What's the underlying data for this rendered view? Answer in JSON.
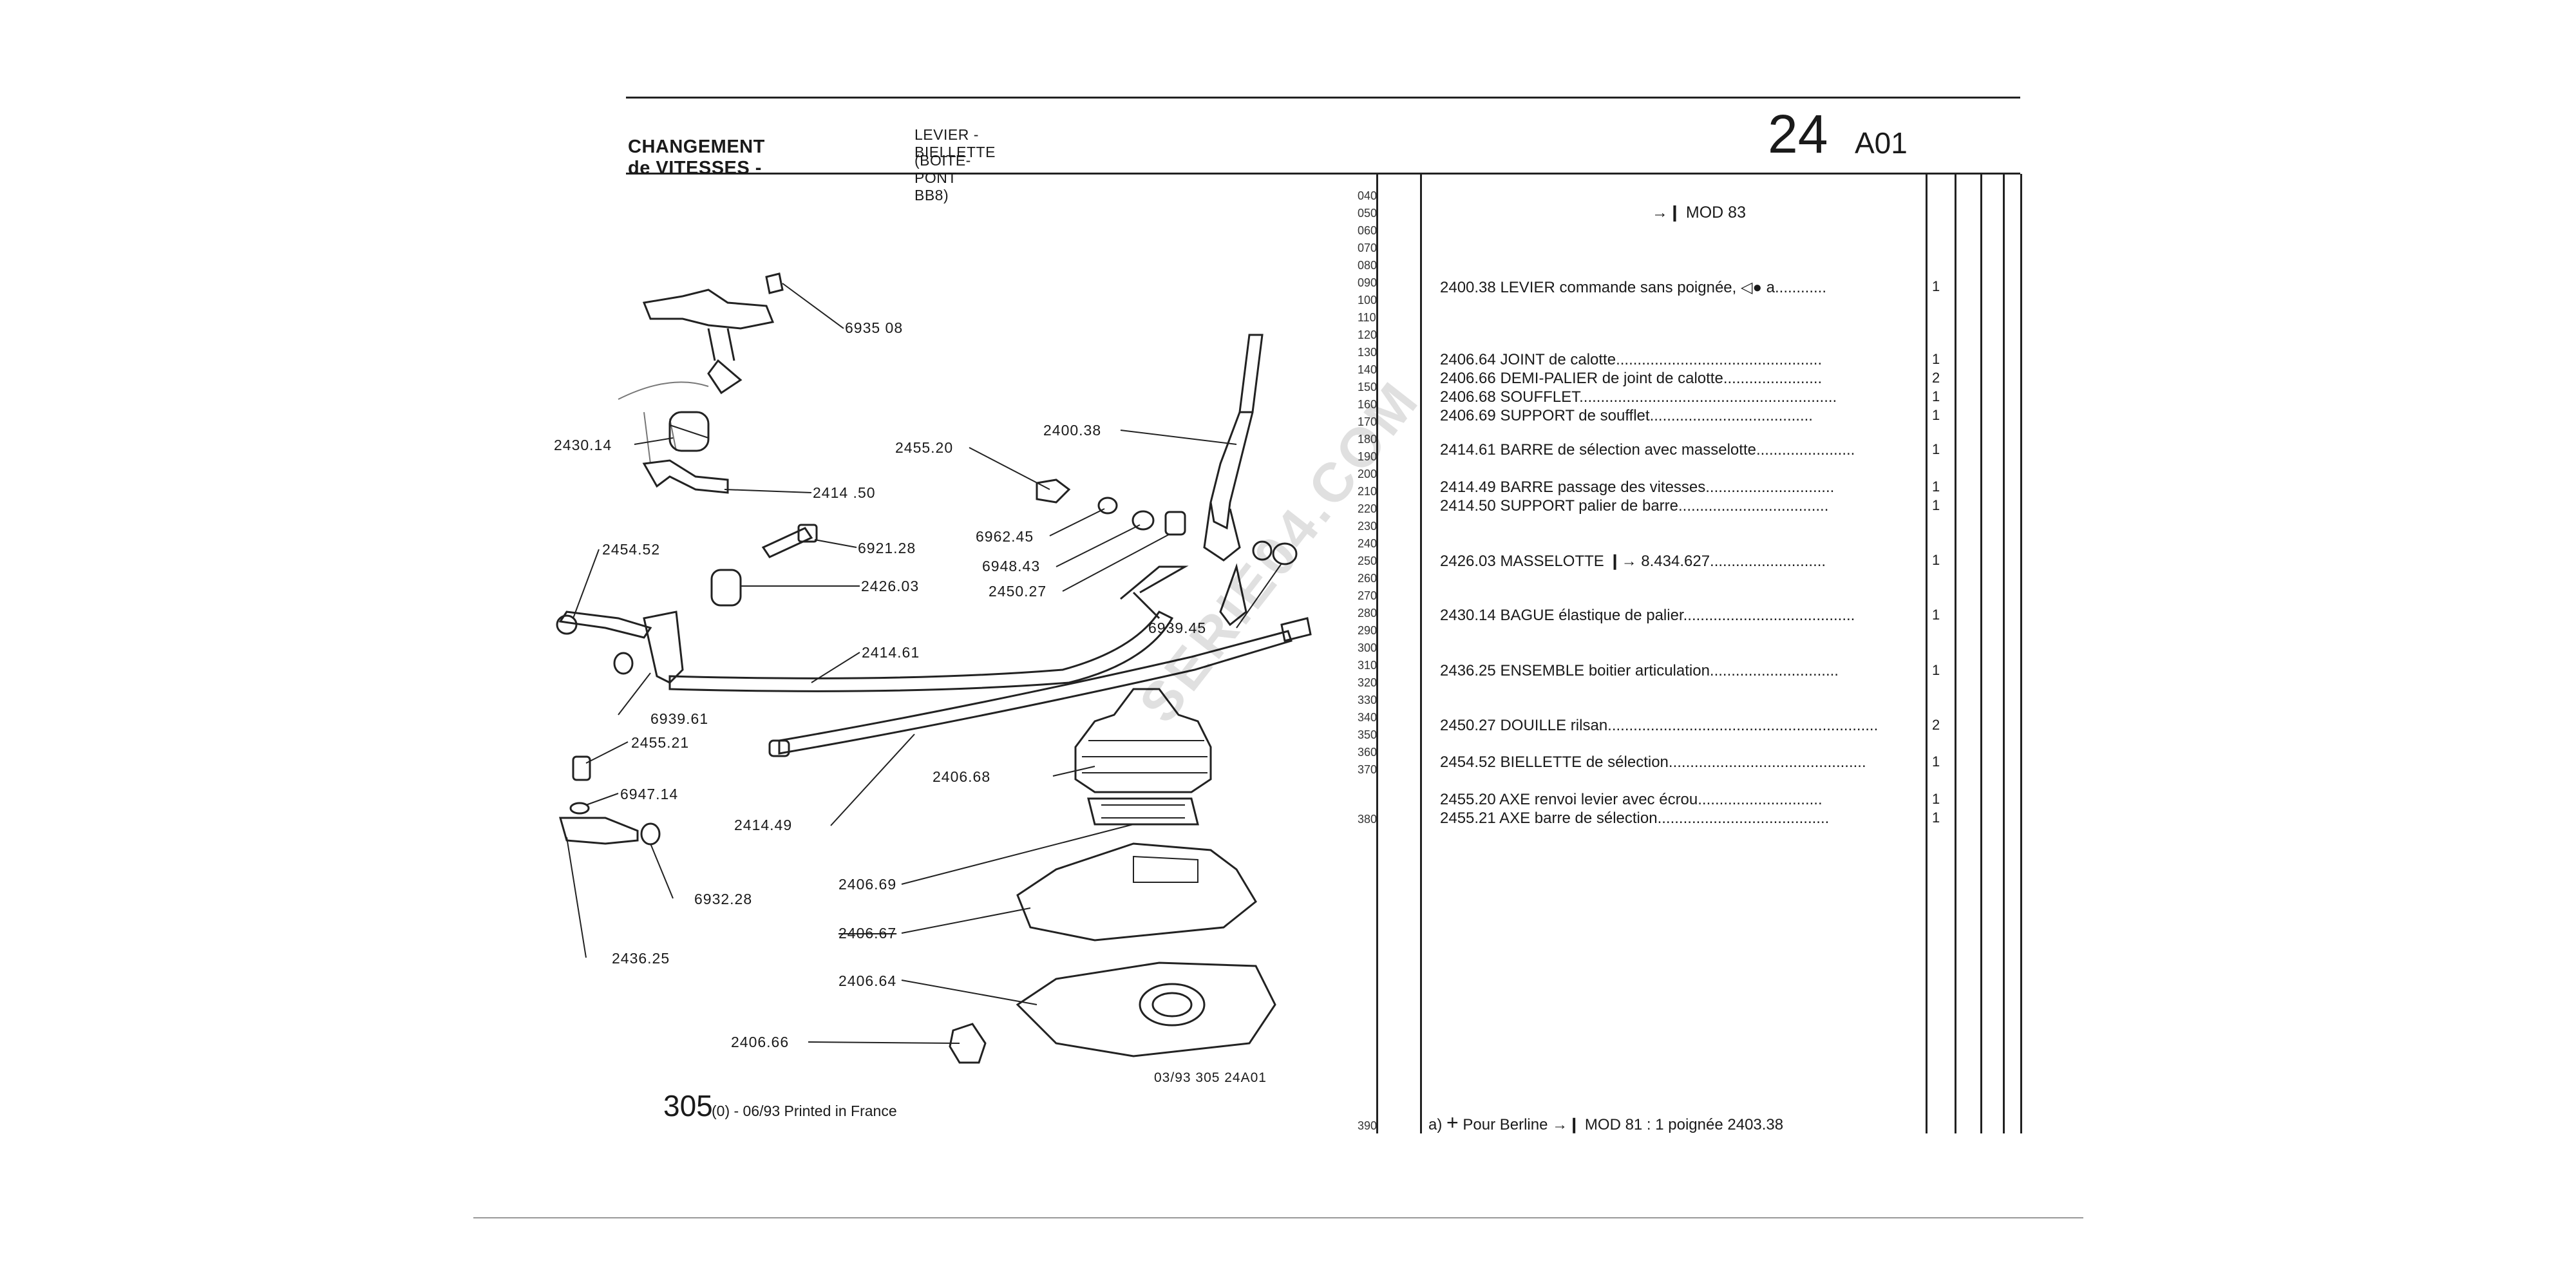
{
  "header": {
    "title": "CHANGEMENT de VITESSES -",
    "sub1": "LEVIER - BIELLETTE",
    "sub2": "(BOITE-PONT BB8)",
    "group": "24",
    "code": "A01"
  },
  "diagram_labels": [
    {
      "text": "6935 08",
      "strike": false
    },
    {
      "text": "2430.14",
      "strike": false
    },
    {
      "text": "2414 .50",
      "strike": false
    },
    {
      "text": "2455.20",
      "strike": false
    },
    {
      "text": "2400.38",
      "strike": false
    },
    {
      "text": "6962.45",
      "strike": false
    },
    {
      "text": "6921.28",
      "strike": false
    },
    {
      "text": "6948.43",
      "strike": false
    },
    {
      "text": "2454.52",
      "strike": false
    },
    {
      "text": "2426.03",
      "strike": false
    },
    {
      "text": "2450.27",
      "strike": false
    },
    {
      "text": "6939.45",
      "strike": false
    },
    {
      "text": "2414.61",
      "strike": false
    },
    {
      "text": "6939.61",
      "strike": false
    },
    {
      "text": "2455.21",
      "strike": false
    },
    {
      "text": "6947.14",
      "strike": false
    },
    {
      "text": "2406.68",
      "strike": false
    },
    {
      "text": "2414.49",
      "strike": false
    },
    {
      "text": "6932.28",
      "strike": false
    },
    {
      "text": "2406.69",
      "strike": false
    },
    {
      "text": "2406.67",
      "strike": true
    },
    {
      "text": "2436.25",
      "strike": false
    },
    {
      "text": "2406.64",
      "strike": false
    },
    {
      "text": "2406.66",
      "strike": false
    }
  ],
  "footer": {
    "page": "305",
    "print": "(0) - 06/93 Printed in France",
    "ref": "03/93  305  24A01"
  },
  "line_numbers": [
    "040",
    "050",
    "060",
    "070",
    "080",
    "090",
    "100",
    "110",
    "120",
    "130",
    "140",
    "150",
    "160",
    "170",
    "180",
    "190",
    "200",
    "210",
    "220",
    "230",
    "240",
    "250",
    "260",
    "270",
    "280",
    "290",
    "300",
    "310",
    "320",
    "330",
    "340",
    "350",
    "360",
    "370",
    "380",
    "390"
  ],
  "mod_header": "MOD 83",
  "parts": [
    {
      "ref": "2400.38",
      "desc": "LEVIER commande sans poignée,",
      "suffix": "a",
      "qty": "1"
    },
    {
      "ref": "2406.64",
      "desc": "JOINT de calotte",
      "qty": "1"
    },
    {
      "ref": "2406.66",
      "desc": "DEMI-PALIER de joint de calotte",
      "qty": "2"
    },
    {
      "ref": "2406.68",
      "desc": "SOUFFLET",
      "qty": "1"
    },
    {
      "ref": "2406.69",
      "desc": "SUPPORT de soufflet",
      "qty": "1"
    },
    {
      "ref": "2414.61",
      "desc": "BARRE de sélection avec masselotte",
      "qty": "1"
    },
    {
      "ref": "2414.49",
      "desc": "BARRE passage des vitesses",
      "qty": "1"
    },
    {
      "ref": "2414.50",
      "desc": "SUPPORT palier de barre",
      "qty": "1"
    },
    {
      "ref": "2426.03",
      "desc": "MASSELOTTE",
      "suffix": "8.434.627",
      "qty": "1"
    },
    {
      "ref": "2430.14",
      "desc": "BAGUE élastique de palier",
      "qty": "1"
    },
    {
      "ref": "2436.25",
      "desc": "ENSEMBLE boitier articulation",
      "qty": "1"
    },
    {
      "ref": "2450.27",
      "desc": "DOUILLE rilsan",
      "qty": "2"
    },
    {
      "ref": "2454.52",
      "desc": "BIELLETTE de sélection",
      "qty": "1"
    },
    {
      "ref": "2455.20",
      "desc": "AXE renvoi levier avec écrou",
      "qty": "1"
    },
    {
      "ref": "2455.21",
      "desc": "AXE barre de sélection",
      "qty": "1"
    }
  ],
  "footnote": {
    "marker": "a)",
    "plus": "+",
    "text": "Pour Berline",
    "mod": "MOD 81 : 1 poignée 2403.38"
  },
  "watermark": "SERIE04.COM"
}
